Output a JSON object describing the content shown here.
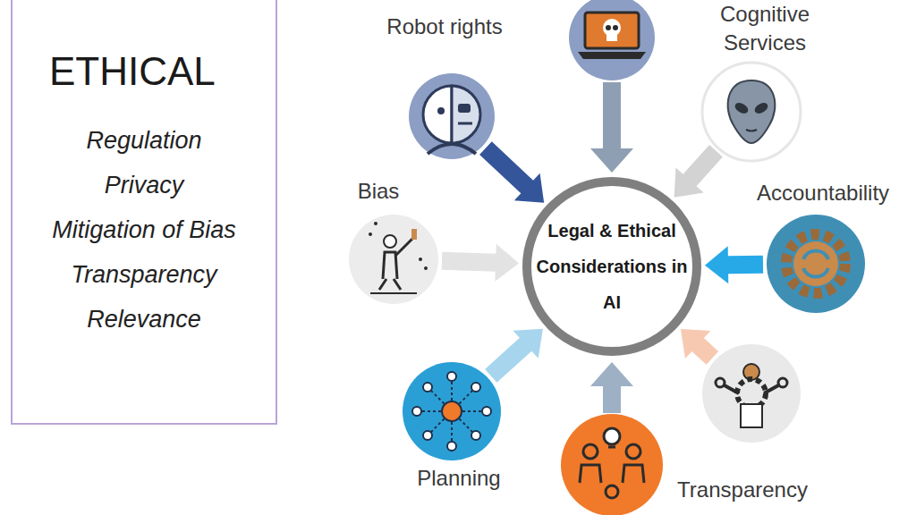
{
  "diagram": {
    "nodes": [
      {
        "text": [
          "ETHICAL",
          "Regulation",
          "Privacy",
          "Mitigation of Bias",
          "Transparency",
          "Relevance"
        ]
      },
      {
        "text": [
          "Robot rights"
        ]
      },
      {
        "text": [
          "Cognitive Services"
        ]
      },
      {
        "text": [
          "Bias"
        ]
      },
      {
        "text": [
          "Legal & Ethical Considerations in AI"
        ]
      },
      {
        "text": [
          "Accountability"
        ]
      },
      {
        "text": [
          "Planning"
        ]
      },
      {
        "text": [
          "Transparency"
        ]
      }
    ],
    "edges": [
      {
        "from": 1,
        "to": 4,
        "arrow": "to"
      },
      {
        "from": 2,
        "to": 4,
        "arrow": "to"
      },
      {
        "from": 3,
        "to": 4,
        "arrow": "to"
      },
      {
        "from": 5,
        "to": 4,
        "arrow": "to"
      },
      {
        "from": 6,
        "to": 4,
        "arrow": "to"
      },
      {
        "from": 7,
        "to": 4,
        "arrow": "to"
      }
    ]
  }
}
